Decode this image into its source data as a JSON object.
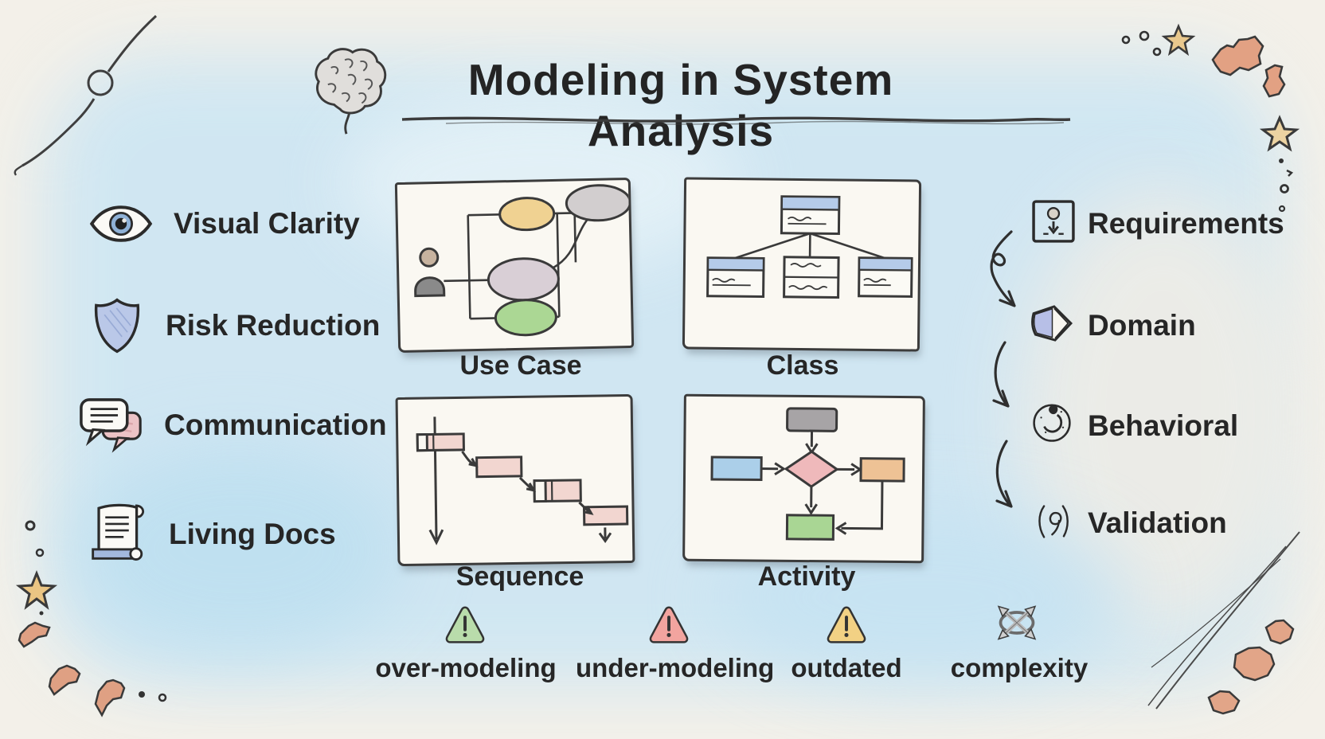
{
  "header": {
    "title": "Modeling in System Analysis",
    "icon": "brain-icon"
  },
  "benefits": {
    "items": [
      {
        "label": "Visual Clarity",
        "icon": "eye-icon"
      },
      {
        "label": "Risk Reduction",
        "icon": "shield-icon"
      },
      {
        "label": "Communication",
        "icon": "speech-bubbles-icon"
      },
      {
        "label": "Living Docs",
        "icon": "scroll-icon"
      }
    ]
  },
  "diagram_types": {
    "items": [
      {
        "label": "Use Case"
      },
      {
        "label": "Class"
      },
      {
        "label": "Sequence"
      },
      {
        "label": "Activity"
      }
    ]
  },
  "analysis_stages": {
    "items": [
      {
        "label": "Requirements",
        "icon": "pin-square-icon"
      },
      {
        "label": "Domain",
        "icon": "arrow-pentagon-icon"
      },
      {
        "label": "Behavioral",
        "icon": "gauge-circle-icon"
      },
      {
        "label": "Validation",
        "icon": "spiral-parens-icon"
      }
    ]
  },
  "risks": {
    "items": [
      {
        "label": "over-modeling",
        "icon": "warning-triangle-icon",
        "color": "#b9dcab"
      },
      {
        "label": "under-modeling",
        "icon": "warning-triangle-icon",
        "color": "#f2a49f"
      },
      {
        "label": "outdated",
        "icon": "warning-triangle-icon",
        "color": "#f2d184"
      },
      {
        "label": "complexity",
        "icon": "crossed-arrows-icon",
        "color": "#c6c6c6"
      }
    ]
  },
  "colors": {
    "paper": "#f3f0e9",
    "wash_blue": "#cde6f3",
    "ink": "#2b2b2b",
    "class_header_blue": "#b5cbe9",
    "sequence_pink": "#f2d6d0",
    "usecase_yellow": "#f0d292",
    "usecase_green": "#abd794",
    "activity_orange": "#eec295",
    "activity_blue": "#abcfe9",
    "torn_paper": "#e2a183",
    "star_gold": "#e9c88d"
  }
}
